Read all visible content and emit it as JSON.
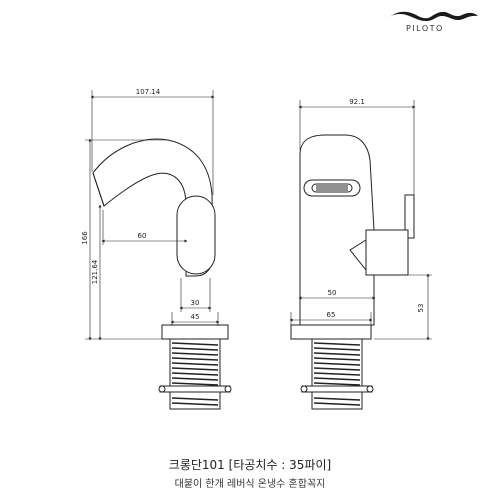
{
  "brand": {
    "name": "PILOTO"
  },
  "dimensions": {
    "front_width": "107.14",
    "front_height": "166",
    "front_spout_reach": "60",
    "front_height_lower": "121.64",
    "front_body_width": "30",
    "front_base_width": "45",
    "side_width": "92.1",
    "side_body_width": "50",
    "side_base_width": "65",
    "side_handle_height": "53"
  },
  "caption": {
    "title": "크롱단101 [타공치수 : 35파이]",
    "subtitle": "대붙이 한개 레버식 온냉수 혼합꼭지"
  }
}
